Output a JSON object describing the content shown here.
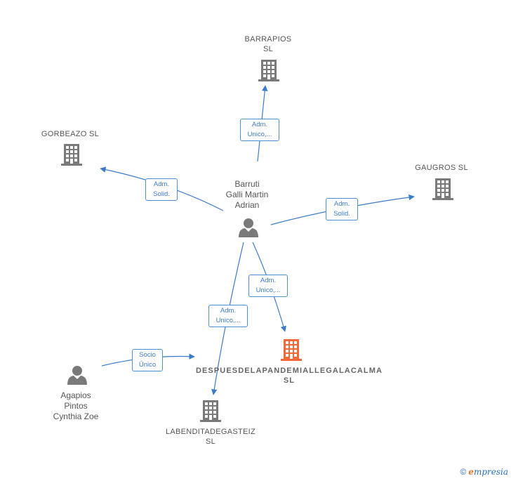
{
  "colors": {
    "edge": "#3b7cc9",
    "building": "#7a7a7a",
    "building_main": "#f26a3a",
    "person": "#7a7a7a",
    "brand_e": "#e5732e"
  },
  "nodes": {
    "barrapios": {
      "line1": "BARRAPIOS",
      "line2": "SL",
      "icon": "building-icon"
    },
    "gorbeazo": {
      "line1": "GORBEAZO  SL",
      "icon": "building-icon"
    },
    "gaugros": {
      "line1": "GAUGROS  SL",
      "icon": "building-icon"
    },
    "barruti": {
      "line1": "Barruti",
      "line2": "Galli Martin",
      "line3": "Adrian",
      "icon": "person-icon"
    },
    "despues": {
      "line1": "DESPUESDELAPANDEMIALLEGALACALMA",
      "line2": "SL",
      "icon": "building-icon"
    },
    "agapios": {
      "line1": "Agapios",
      "line2": "Pintos",
      "line3": "Cynthia Zoe",
      "icon": "person-icon"
    },
    "labendita": {
      "line1": "LABENDITADEGASTEIZ",
      "line2": "SL",
      "icon": "building-icon"
    }
  },
  "edges": {
    "to_barrapios": {
      "line1": "Adm.",
      "line2": "Unico,..."
    },
    "to_gorbeazo": {
      "line1": "Adm.",
      "line2": "Solid."
    },
    "to_gaugros": {
      "line1": "Adm.",
      "line2": "Solid."
    },
    "to_despues": {
      "line1": "Adm.",
      "line2": "Unico,..."
    },
    "to_labendita": {
      "line1": "Adm.",
      "line2": "Unico,..."
    },
    "agapios_to_despues": {
      "line1": "Socio",
      "line2": "Único"
    }
  },
  "footer": {
    "copyright": "©",
    "brand_e": "e",
    "brand_rest": "mpresia"
  }
}
